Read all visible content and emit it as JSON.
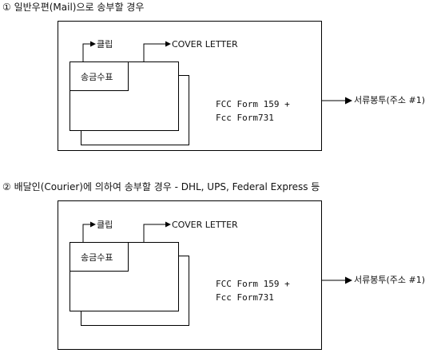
{
  "sections": [
    {
      "heading": "① 일반우편(Mail)으로 송부할 경우",
      "clip_label": "클립",
      "cover_label": "COVER LETTER",
      "remittance_label": "송금수표",
      "fcc_line1": "FCC Form 159 +",
      "fcc_line2": "Fcc Form731",
      "envelope_label": "서류봉투(주소 #1)"
    },
    {
      "heading": "② 배달인(Courier)에 의하여 송부할 경우 - DHL, UPS, Federal Express 등",
      "clip_label": "클립",
      "cover_label": "COVER LETTER",
      "remittance_label": "송금수표",
      "fcc_line1": "FCC Form 159 +",
      "fcc_line2": "Fcc Form731",
      "envelope_label": "서류봉투(주소 #1)"
    }
  ]
}
